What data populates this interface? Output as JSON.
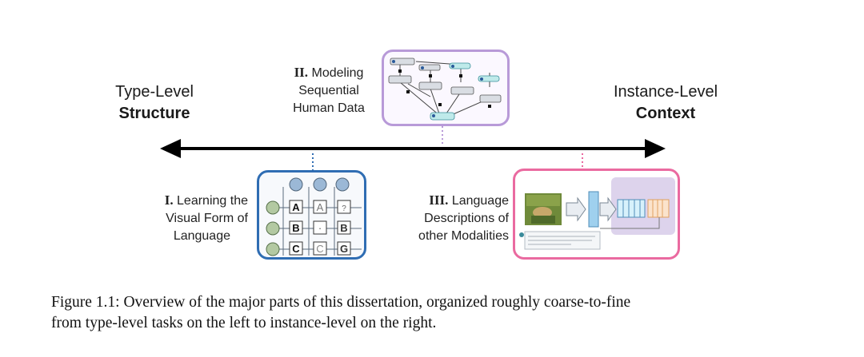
{
  "left_end": {
    "line1": "Type-Level",
    "line2": "Structure"
  },
  "right_end": {
    "line1": "Instance-Level",
    "line2": "Context"
  },
  "part_ii": {
    "numeral": "II.",
    "line1": "Modeling",
    "line2": "Sequential",
    "line3": "Human Data"
  },
  "part_i": {
    "numeral": "I.",
    "line1": "Learning the",
    "line2": "Visual Form of",
    "line3": "Language"
  },
  "part_iii": {
    "numeral": "III.",
    "line1": "Language",
    "line2": "Descriptions of",
    "line3": "other Modalities"
  },
  "glyph_grid": {
    "row1": [
      "A",
      "A",
      "?"
    ],
    "row2": [
      "B",
      "·",
      "B"
    ],
    "row3": [
      "C",
      "C",
      "G"
    ]
  },
  "caption": {
    "line1": "Figure 1.1: Overview of the major parts of this dissertation, organized roughly coarse-to-fine",
    "line2": "from type-level tasks on the left to instance-level on the right."
  },
  "colors": {
    "part_i": "#2f6db3",
    "part_ii": "#b89ad8",
    "part_iii": "#ea6aa0",
    "axis": "#000000"
  }
}
